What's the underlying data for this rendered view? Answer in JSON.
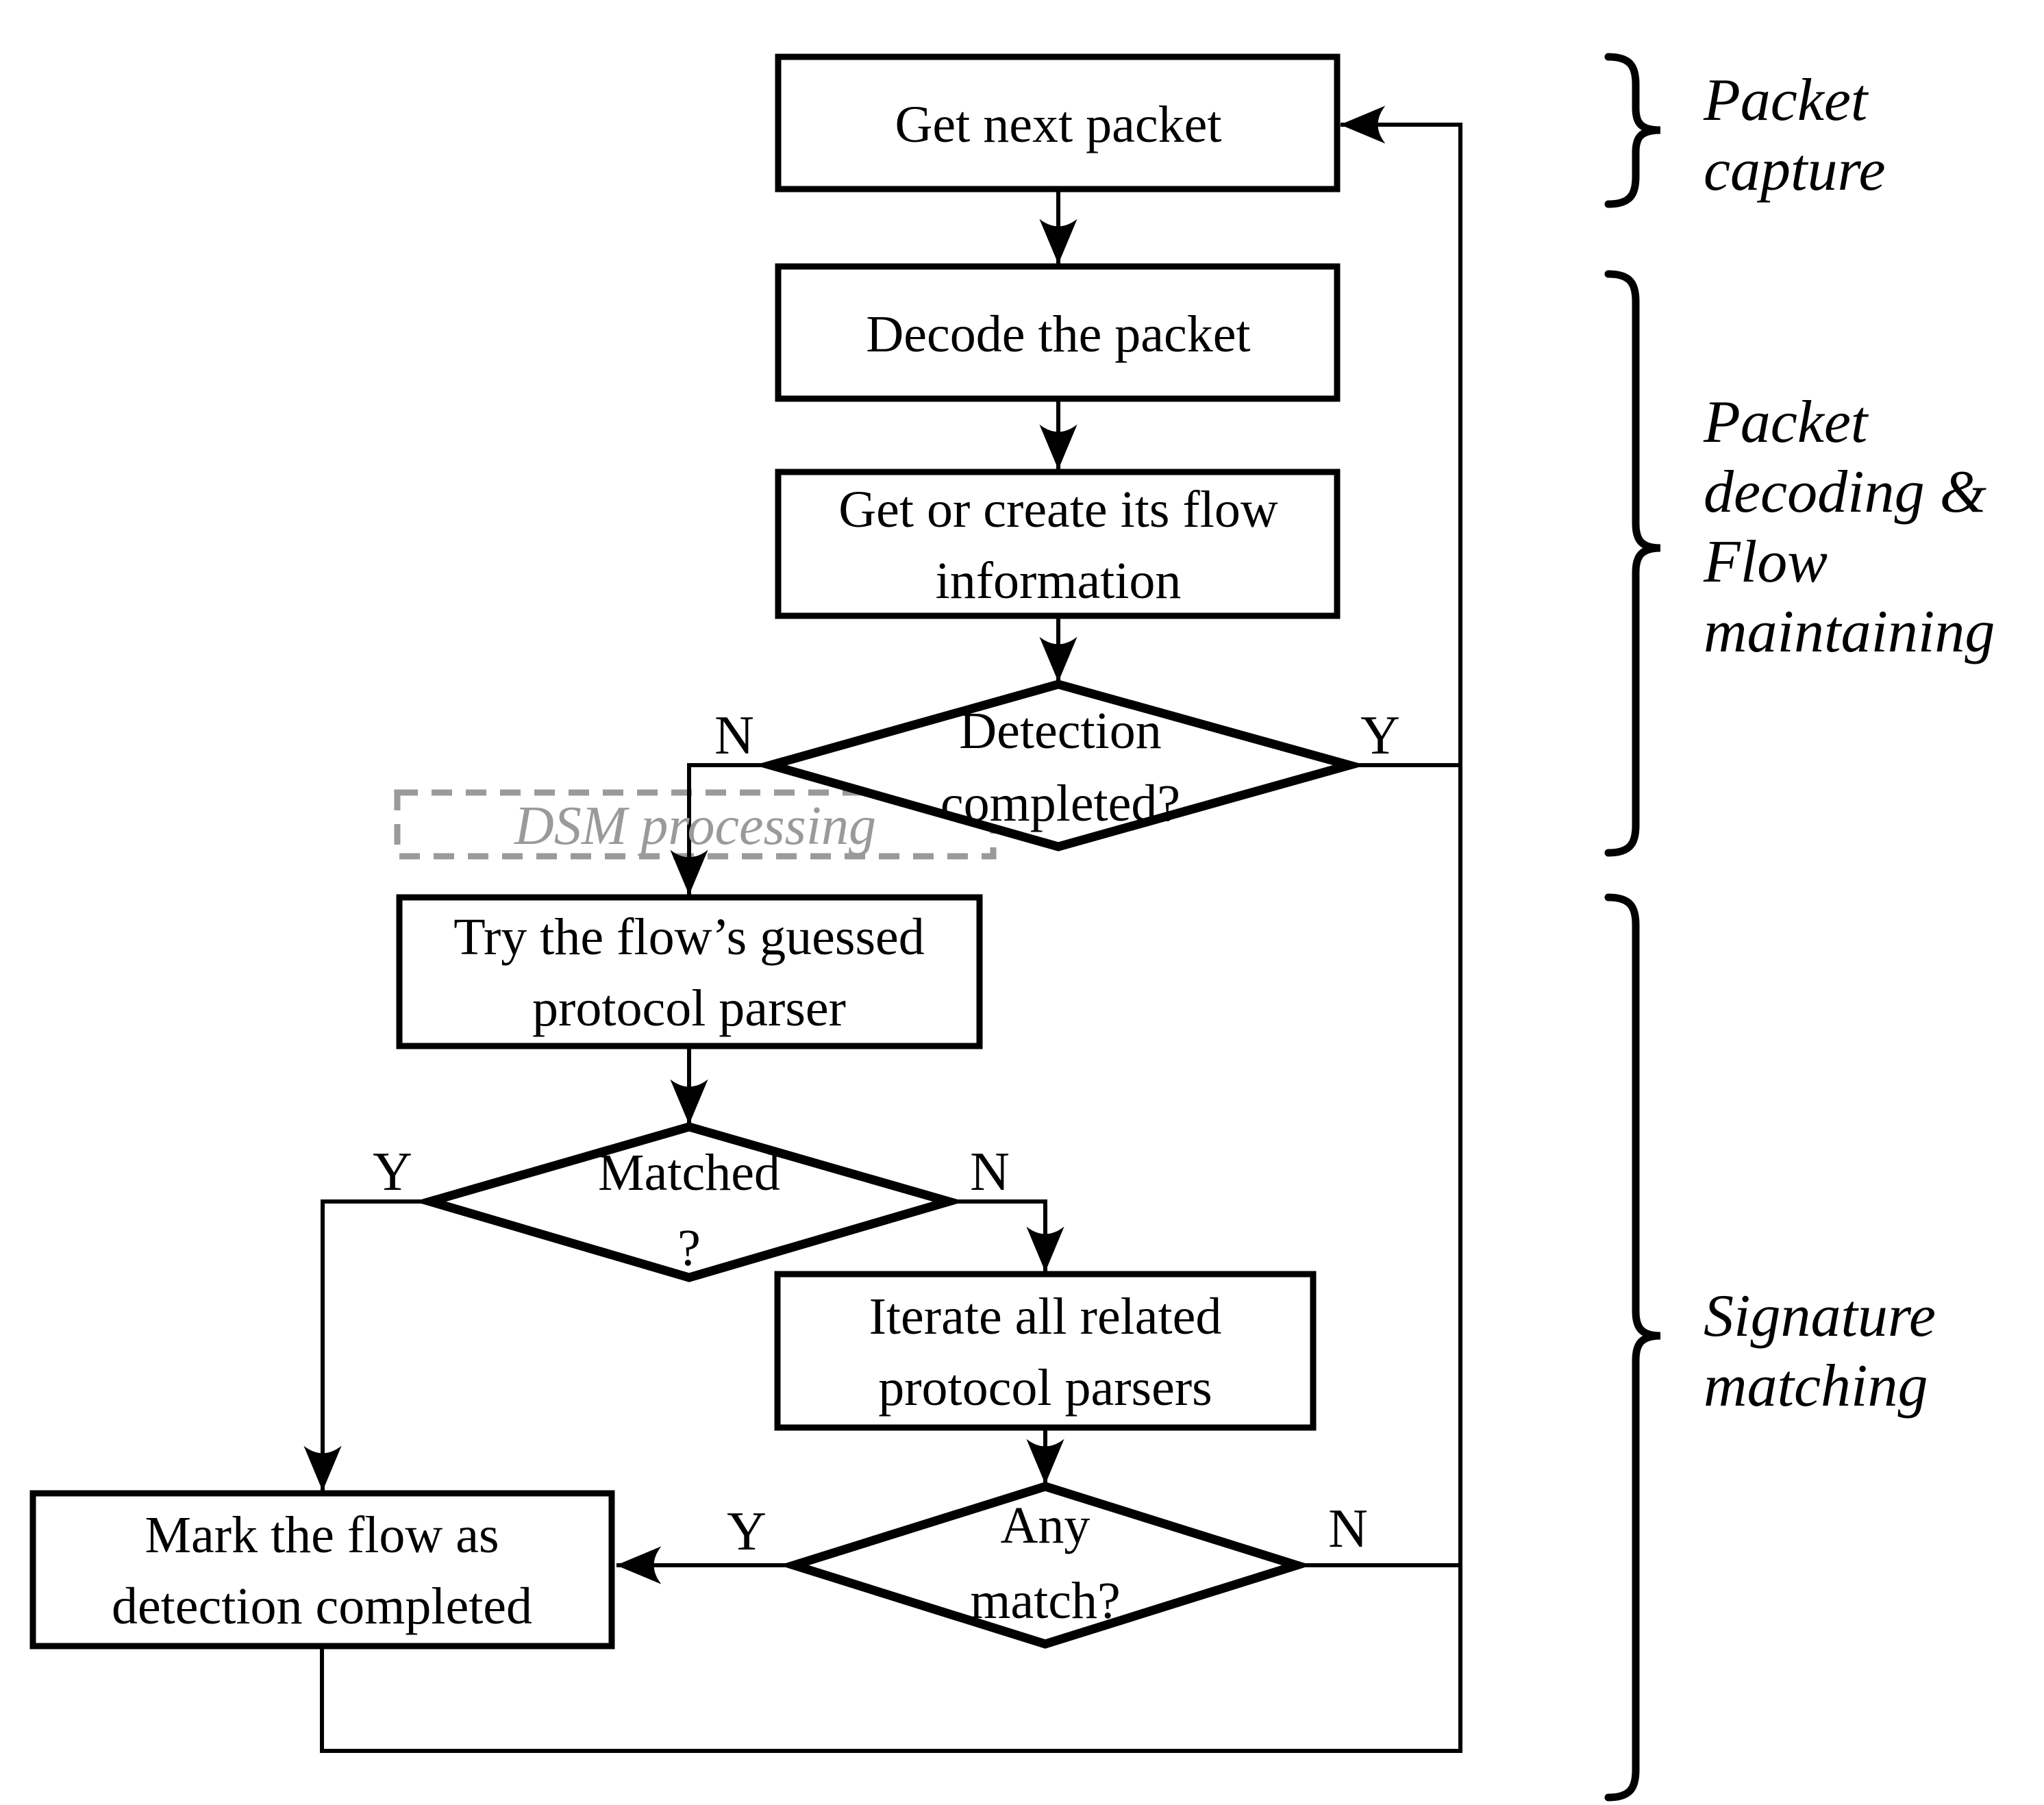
{
  "nodes": {
    "get_next_packet": {
      "label": "Get next packet"
    },
    "decode_packet": {
      "label": "Decode the packet"
    },
    "get_or_create_flow": {
      "line1": "Get or create its flow",
      "line2": "information"
    },
    "detection_completed": {
      "line1": "Detection",
      "line2": "completed?"
    },
    "dsm_processing": {
      "label": "DSM processing"
    },
    "try_guessed_parser": {
      "line1": "Try the flow’s guessed",
      "line2": "protocol parser"
    },
    "matched": {
      "line1": "Matched",
      "line2": "?"
    },
    "iterate_parsers": {
      "line1": "Iterate all related",
      "line2": "protocol parsers"
    },
    "any_match": {
      "line1": "Any",
      "line2": "match?"
    },
    "mark_flow": {
      "line1": "Mark the flow as",
      "line2": "detection completed"
    }
  },
  "edge_labels": {
    "detection_no": "N",
    "detection_yes": "Y",
    "matched_yes": "Y",
    "matched_no": "N",
    "any_match_yes": "Y",
    "any_match_no": "N"
  },
  "sections": {
    "packet_capture": {
      "line1": "Packet",
      "line2": "capture"
    },
    "packet_decoding": {
      "line1": "Packet",
      "line2": "decoding &",
      "line3": "Flow",
      "line4": "maintaining"
    },
    "signature_matching": {
      "line1": "Signature",
      "line2": "matching"
    }
  },
  "colors": {
    "line": "#000000",
    "dsm_gray": "#9a9a9a",
    "background": "#ffffff"
  }
}
